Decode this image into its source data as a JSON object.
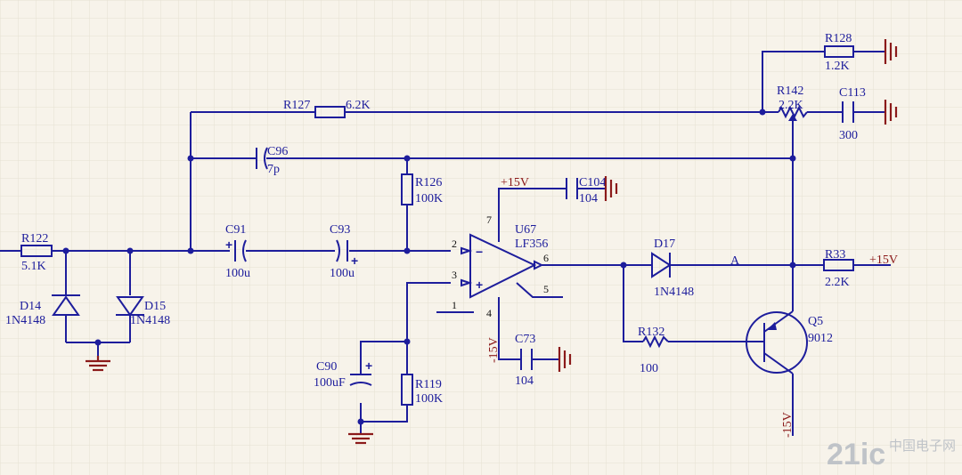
{
  "components": {
    "r122": {
      "ref": "R122",
      "value": "5.1K"
    },
    "r127": {
      "ref": "R127",
      "value": "6.2K"
    },
    "r128": {
      "ref": "R128",
      "value": "1.2K"
    },
    "r142": {
      "ref": "R142",
      "value": "2.2K"
    },
    "c113": {
      "ref": "C113",
      "value": "300"
    },
    "c96": {
      "ref": "C96",
      "value": "7p"
    },
    "r126": {
      "ref": "R126",
      "value": "100K"
    },
    "c104": {
      "ref": "C104",
      "value": "104"
    },
    "c91": {
      "ref": "C91",
      "value": "100u"
    },
    "c93": {
      "ref": "C93",
      "value": "100u"
    },
    "u67": {
      "ref": "U67",
      "value": "LF356"
    },
    "d17": {
      "ref": "D17",
      "value": "1N4148"
    },
    "r33": {
      "ref": "R33",
      "value": "2.2K"
    },
    "d14": {
      "ref": "D14",
      "value": "1N4148"
    },
    "d15": {
      "ref": "D15",
      "value": "1N4148"
    },
    "c73": {
      "ref": "C73",
      "value": "104"
    },
    "r132": {
      "ref": "R132",
      "value": "100"
    },
    "q5": {
      "ref": "Q5",
      "value": "9012"
    },
    "c90": {
      "ref": "C90",
      "value": "100uF"
    },
    "r119": {
      "ref": "R119",
      "value": "100K"
    }
  },
  "power": {
    "plus15_top": "+15V",
    "plus15_right": "+15V",
    "minus15_opamp": "-15V",
    "minus15_q5": "-15V"
  },
  "pins": {
    "p2": "2",
    "p3": "3",
    "p1": "1",
    "p7": "7",
    "p4": "4",
    "p6": "6",
    "p5": "5"
  },
  "symbols": {
    "minus": "−",
    "plus": "+",
    "cap_plus": "+"
  },
  "net_label": "A",
  "watermark": {
    "logo": "21ic",
    "site": "中国电子网"
  },
  "colors": {
    "wire": "#1d1d9c",
    "ground": "#8b1a1a",
    "background": "#f7f3ea"
  }
}
